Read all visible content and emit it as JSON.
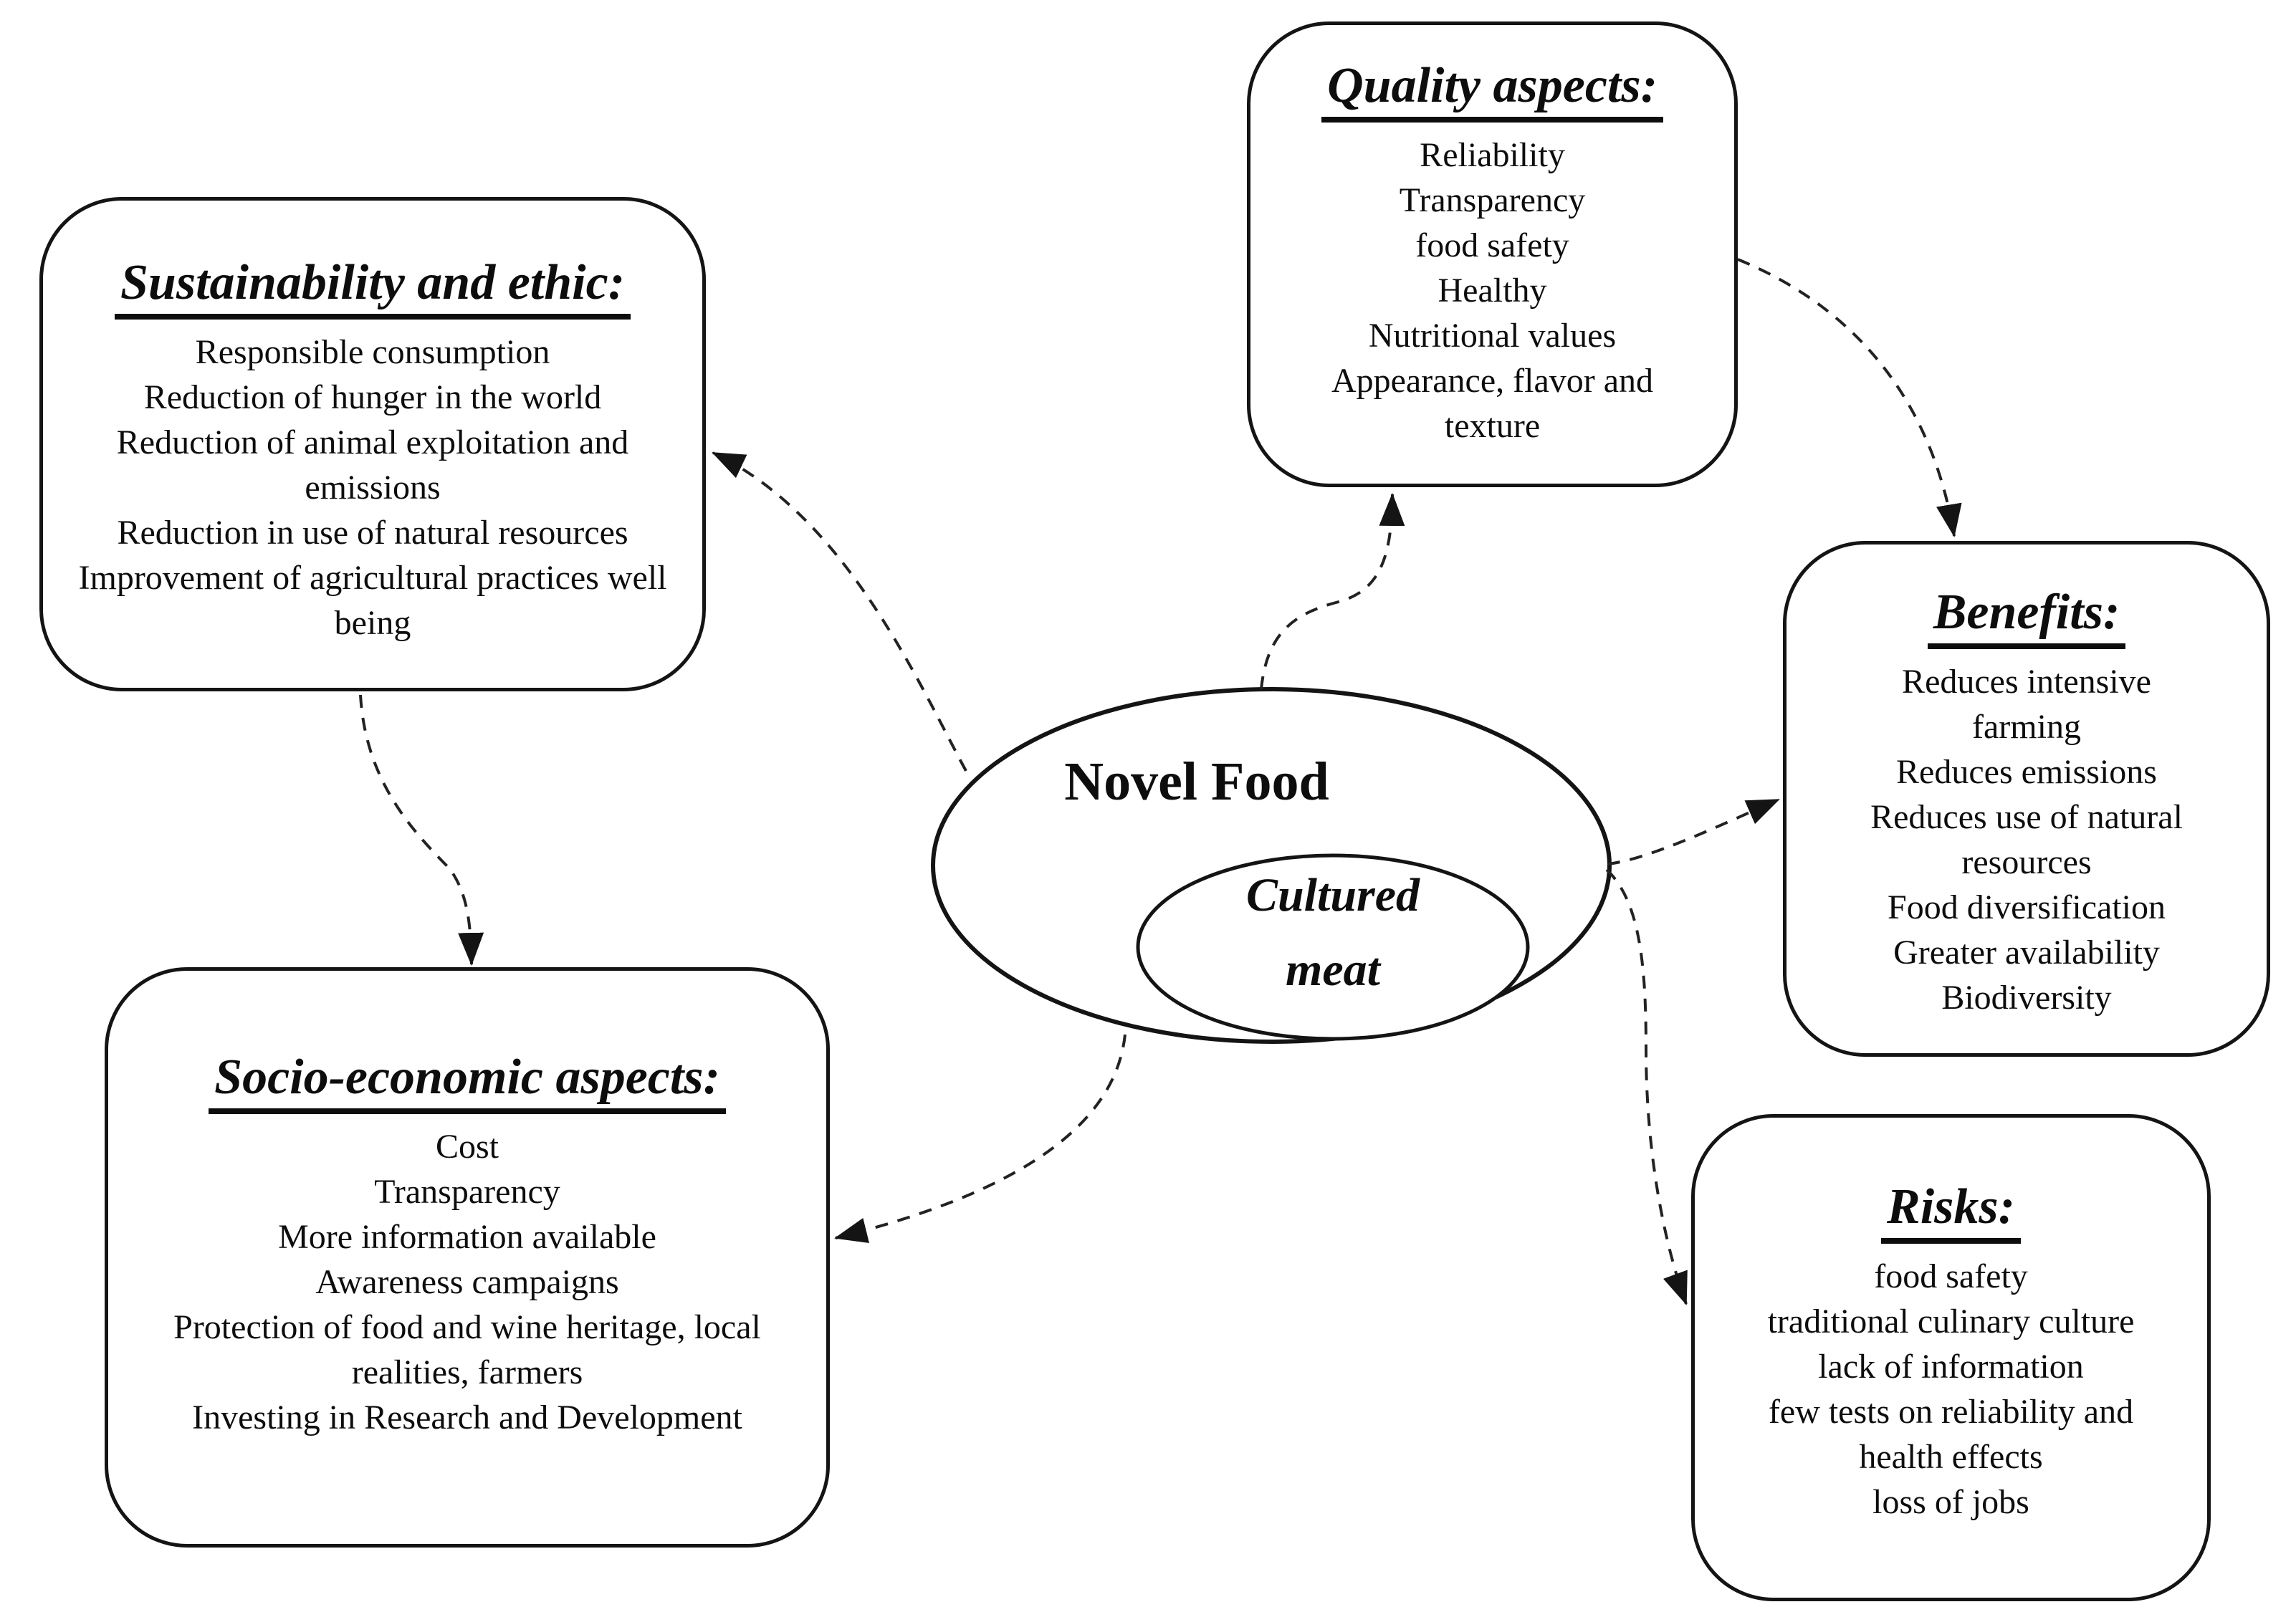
{
  "figure": {
    "type": "concept-map",
    "background": "#ffffff",
    "ink_color": "#0d0d0d"
  },
  "center": {
    "outer_label": "Novel Food",
    "inner_label": "Cultured meat"
  },
  "boxes": {
    "sustainability": {
      "title": "Sustainability and ethic:",
      "items": [
        "Responsible consumption",
        "Reduction of hunger in the world",
        "Reduction of animal exploitation and emissions",
        "Reduction in use of natural resources",
        "Improvement of agricultural practices well being"
      ]
    },
    "quality": {
      "title": "Quality aspects:",
      "items": [
        "Reliability",
        "Transparency",
        "food safety",
        "Healthy",
        "Nutritional values",
        "Appearance, flavor and texture"
      ]
    },
    "benefits": {
      "title": "Benefits:",
      "items": [
        "Reduces intensive farming",
        "Reduces emissions",
        "Reduces use of natural resources",
        "Food diversification",
        "Greater availability",
        "Biodiversity"
      ]
    },
    "socio": {
      "title": "Socio-economic aspects:",
      "items": [
        "Cost",
        "Transparency",
        "More information available",
        "Awareness campaigns",
        "Protection of food and wine heritage, local realities, farmers",
        "Investing in Research and Development"
      ]
    },
    "risks": {
      "title": "Risks:",
      "items": [
        "food safety",
        "traditional culinary culture",
        "lack of information",
        "few tests on reliability and health effects",
        "loss of jobs"
      ]
    }
  },
  "edges": [
    {
      "from": "novel-food",
      "to": "sustainability-and-ethic",
      "style": "dashed-arrow"
    },
    {
      "from": "novel-food",
      "to": "quality-aspects",
      "style": "dashed-arrow"
    },
    {
      "from": "quality-aspects",
      "to": "benefits",
      "style": "dashed-arrow"
    },
    {
      "from": "novel-food",
      "to": "benefits",
      "style": "dashed-arrow"
    },
    {
      "from": "novel-food",
      "to": "risks",
      "style": "dashed-arrow"
    },
    {
      "from": "novel-food",
      "to": "socio-economic-aspects",
      "style": "dashed-arrow"
    },
    {
      "from": "sustainability-and-ethic",
      "to": "socio-economic-aspects",
      "style": "dashed-arrow"
    }
  ]
}
